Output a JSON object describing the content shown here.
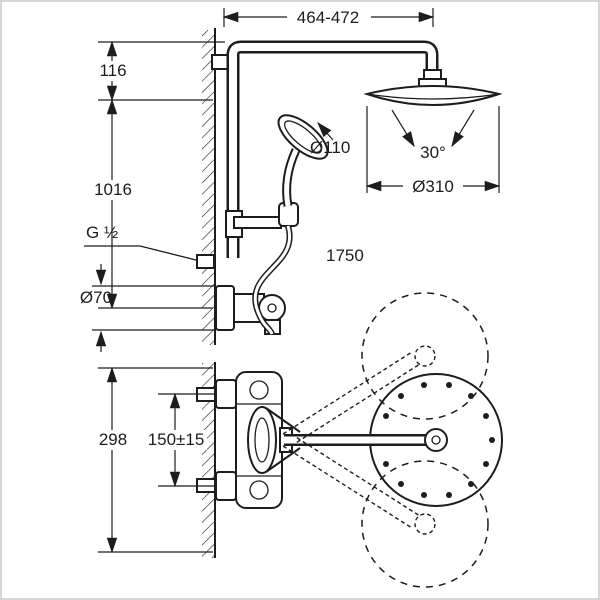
{
  "colors": {
    "background": "#ffffff",
    "line": "#1d1d1b",
    "frame": "#d6d6d6"
  },
  "dims": {
    "top_width_range": "464-472",
    "head_offset": "116",
    "rail_height": "1016",
    "hand_shower_diameter": "Ø110",
    "spray_angle": "30°",
    "head_diameter": "Ø310",
    "thread_size": "G ½",
    "hose_length": "1750",
    "escutcheon_diameter": "Ø70",
    "wall_depth": "298",
    "supply_spacing": "150±15"
  }
}
